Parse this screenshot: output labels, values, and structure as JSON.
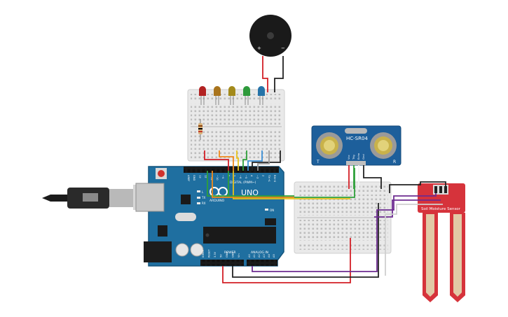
{
  "arduino": {
    "brand_name": "ARDUINO",
    "model": "UNO",
    "digital_header": "DIGITAL (PWM~)",
    "power_header": "POWER",
    "analog_header": "ANALOG IN",
    "pin_labels_digital": [
      "AREF",
      "GND",
      "13",
      "12",
      "~11",
      "~10",
      "~9",
      "8",
      "7",
      "~6",
      "~5",
      "4",
      "~3",
      "2",
      "TX→1",
      "RX←0"
    ],
    "pin_labels_power": [
      "IOREF",
      "RESET",
      "3.3V",
      "5V",
      "GND",
      "GND",
      "Vin"
    ],
    "pin_labels_analog": [
      "A0",
      "A1",
      "A2",
      "A3",
      "A4",
      "A5"
    ],
    "led_labels": [
      "L",
      "TX",
      "RX",
      "ON"
    ],
    "colors": {
      "board": "#1f6fa0",
      "board_edge": "#15557d"
    }
  },
  "ultrasonic_sensor": {
    "model": "HC-SR04",
    "pin_labels": [
      "Vcc",
      "Trig",
      "Echo",
      "Gnd"
    ],
    "side_left": "T",
    "side_right": "R",
    "color": "#1d5f9b"
  },
  "soil_sensor": {
    "label": "Soil Moisture Sensor",
    "color": "#d6333b"
  },
  "buzzer": {
    "plus": "+",
    "minus": "−"
  },
  "leds": [
    {
      "color": "#b22222"
    },
    {
      "color": "#a9741d"
    },
    {
      "color": "#a38a1b"
    },
    {
      "color": "#2e9a3b"
    },
    {
      "color": "#2573a8"
    }
  ],
  "wire_colors": {
    "red": "#d31f26",
    "black": "#222222",
    "green": "#2fa03a",
    "orange": "#f08a1c",
    "yellow": "#e8c21a",
    "blue": "#3a8fd6",
    "purple": "#6d2c91",
    "white": "#f4f4f4",
    "grey": "#9a9a9a"
  }
}
